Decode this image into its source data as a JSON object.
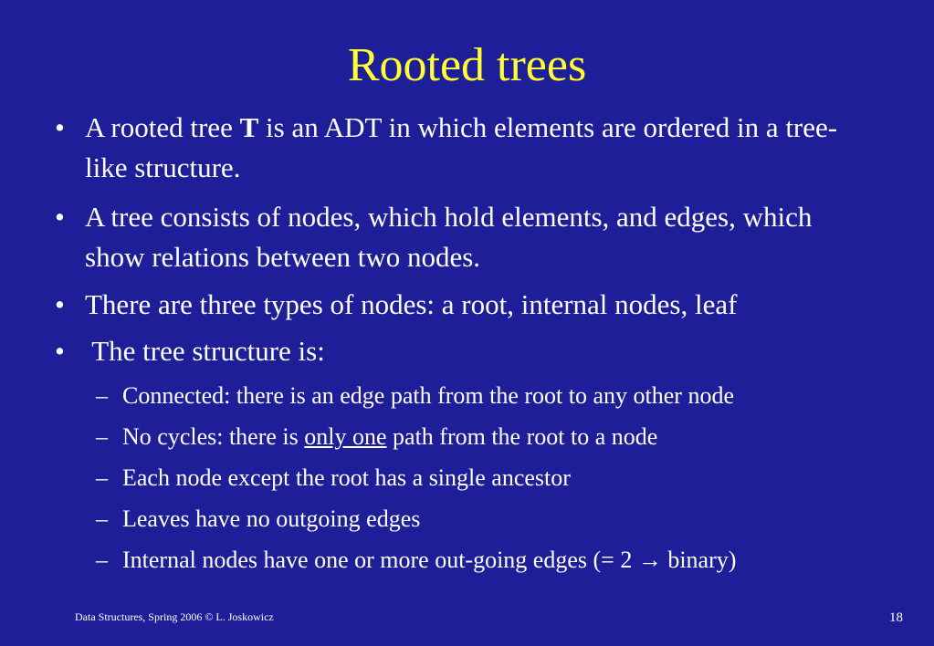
{
  "title": "Rooted trees",
  "bullets": [
    {
      "parts": [
        "A rooted tree ",
        "T",
        " is an ADT  in which elements are ordered in a tree-like structure."
      ]
    },
    {
      "text": "A tree consists of nodes, which hold elements, and edges, which show relations between two nodes."
    },
    {
      "text": "There are three types of nodes: a root, internal nodes, leaf"
    },
    {
      "text": " The tree structure is:"
    }
  ],
  "subbullets": [
    {
      "text": "Connected: there is an edge path from the root to any other node"
    },
    {
      "parts": [
        "No cycles: there is ",
        "only one",
        " path from the root to a node"
      ]
    },
    {
      "text": "Each node except the root has a single ancestor"
    },
    {
      "text": "Leaves have no outgoing edges"
    },
    {
      "parts": [
        "Internal nodes have one or more out-going edges (= 2 ",
        "→",
        " binary)"
      ]
    }
  ],
  "bullet_char": "•",
  "dash_char": "–",
  "footer": "Data Structures,  Spring 2006 © L. Joskowicz",
  "page_number": "18"
}
